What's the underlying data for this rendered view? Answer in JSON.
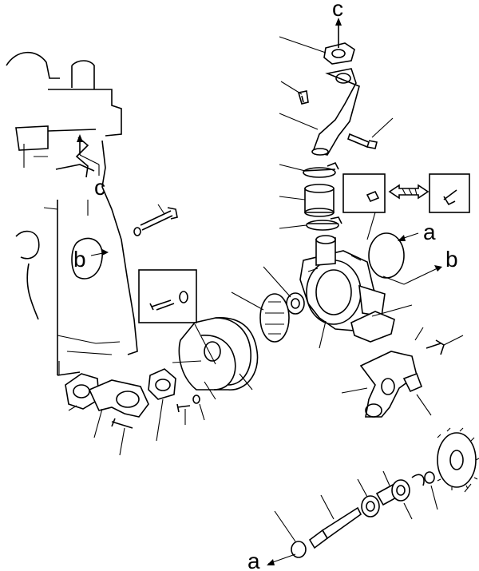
{
  "labels": {
    "c_top": "c",
    "c_left": "c",
    "b_left": "b",
    "b_right": "b",
    "a_right": "a",
    "a_bottom": "a"
  }
}
